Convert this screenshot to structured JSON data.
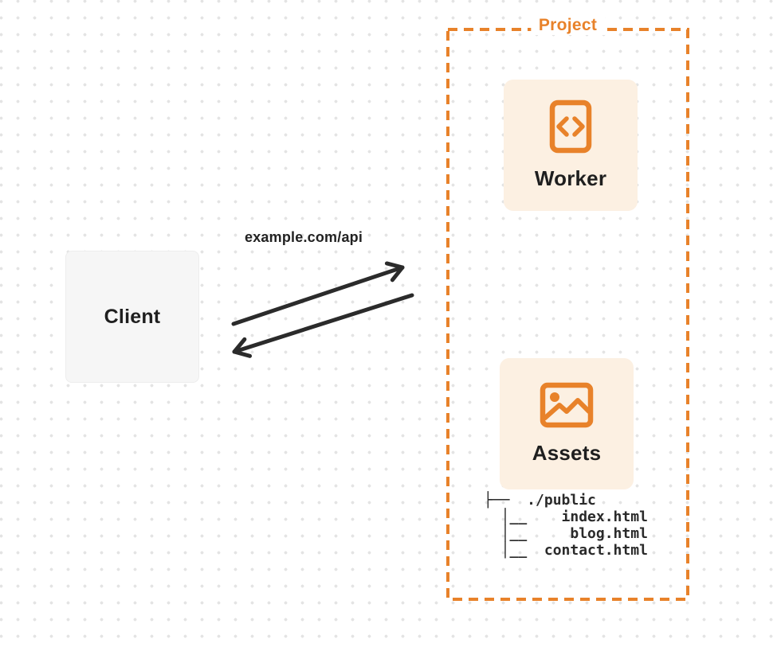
{
  "client": {
    "label": "Client"
  },
  "request": {
    "url_label": "example.com/api"
  },
  "project": {
    "label": "Project",
    "worker": {
      "label": "Worker"
    },
    "assets": {
      "label": "Assets",
      "tree_lines": [
        "├──  ./public",
        "  │__    index.html",
        "  │__     blog.html",
        "  │__  contact.html"
      ]
    }
  },
  "icons": {
    "worker_icon": "code-document-icon",
    "assets_icon": "image-icon"
  },
  "colors": {
    "accent_orange": "#e8822a",
    "card_background": "#fcf0e2",
    "client_background": "#f6f6f6",
    "arrow_dark": "#2b2b2b"
  }
}
